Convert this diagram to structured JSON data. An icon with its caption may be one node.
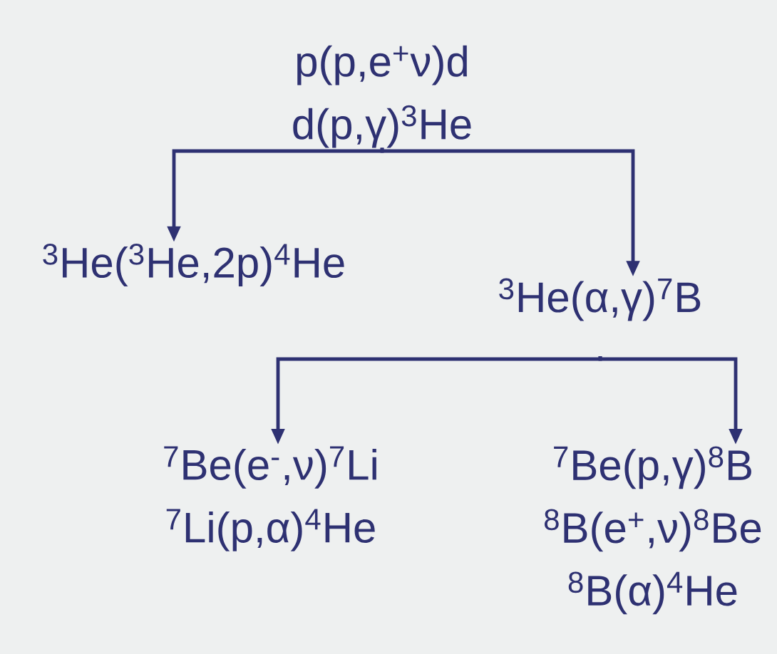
{
  "diagram": {
    "nodes": [
      {
        "text": [
          "p(p,e$^{+}$ν)d",
          "d(p,γ)$^{3}$He"
        ]
      },
      {
        "text": [
          "$^{3}$He($^{3}$He,2p)$^{4}$He"
        ]
      },
      {
        "text": [
          "$^{3}$He(α,γ)$^{7}$B"
        ]
      },
      {
        "text": [
          "$^{7}$Be(e$^{-}$,ν)$^{7}$Li",
          "$^{7}$Li(p,α)$^{4}$He"
        ]
      },
      {
        "text": [
          "$^{7}$Be(p,γ)$^{8}$B",
          "$^{8}$B(e$^{+}$,ν)$^{8}$Be",
          "$^{8}$B(α)$^{4}$He"
        ]
      }
    ],
    "edges": [
      {
        "from": 0,
        "to": 1,
        "arrow": "to"
      },
      {
        "from": 0,
        "to": 2,
        "arrow": "to"
      },
      {
        "from": 2,
        "to": 3,
        "arrow": "to"
      },
      {
        "from": 2,
        "to": 4,
        "arrow": "to"
      }
    ]
  }
}
